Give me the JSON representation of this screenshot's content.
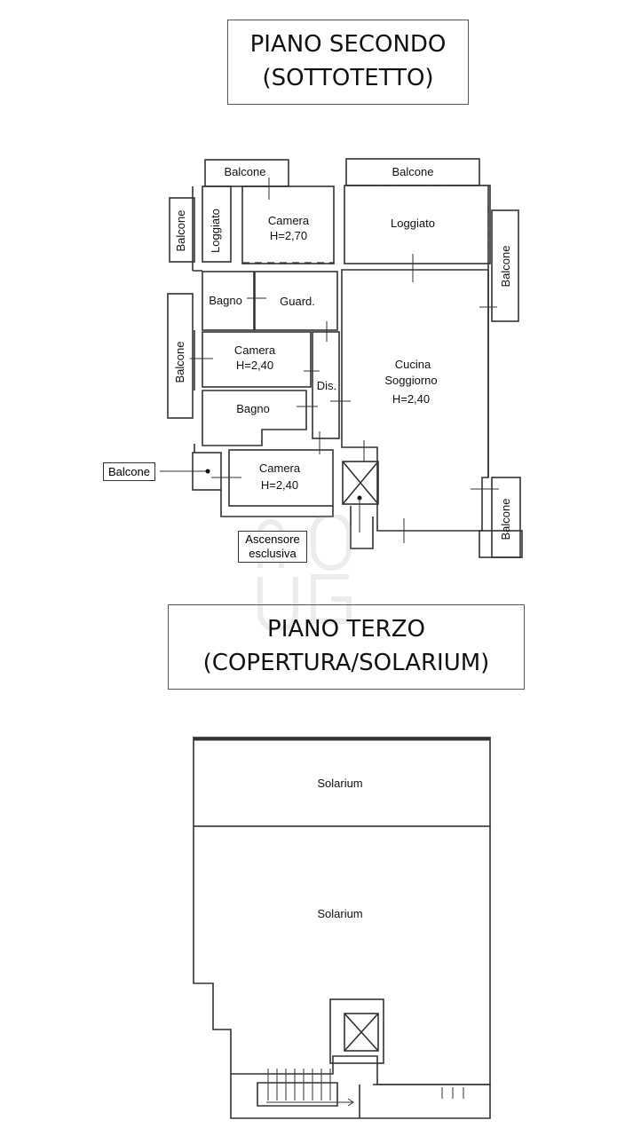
{
  "floor2": {
    "title_line1": "PIANO SECONDO",
    "title_line2": "(SOTTOTETTO)",
    "rooms": {
      "balcone_top_left": "Balcone",
      "balcone_top_right": "Balcone",
      "balcone_left_upper": "Balcone",
      "loggiato_left": "Loggiato",
      "camera_1": "Camera",
      "camera_1_h": "H=2,70",
      "loggiato_right": "Loggiato",
      "balcone_right_upper": "Balcone",
      "bagno_1": "Bagno",
      "guardaroba": "Guard.",
      "balcone_left_mid": "Balcone",
      "camera_2": "Camera",
      "camera_2_h": "H=2,40",
      "cucina": "Cucina",
      "soggiorno": "Soggiorno",
      "cucina_h": "H=2,40",
      "disimpegno": "Dis.",
      "bagno_2": "Bagno",
      "balcone_callout": "Balcone",
      "camera_3": "Camera",
      "camera_3_h": "H=2,40",
      "balcone_right_lower": "Balcone",
      "ascensore_1": "Ascensore",
      "ascensore_2": "esclusiva"
    }
  },
  "floor3": {
    "title_line1": "PIANO TERZO",
    "title_line2": "(COPERTURA/SOLARIUM)",
    "rooms": {
      "solarium_1": "Solarium",
      "solarium_2": "Solarium"
    }
  },
  "colors": {
    "wall": "#333333",
    "text": "#111111",
    "watermark": "#9a9a9a"
  }
}
